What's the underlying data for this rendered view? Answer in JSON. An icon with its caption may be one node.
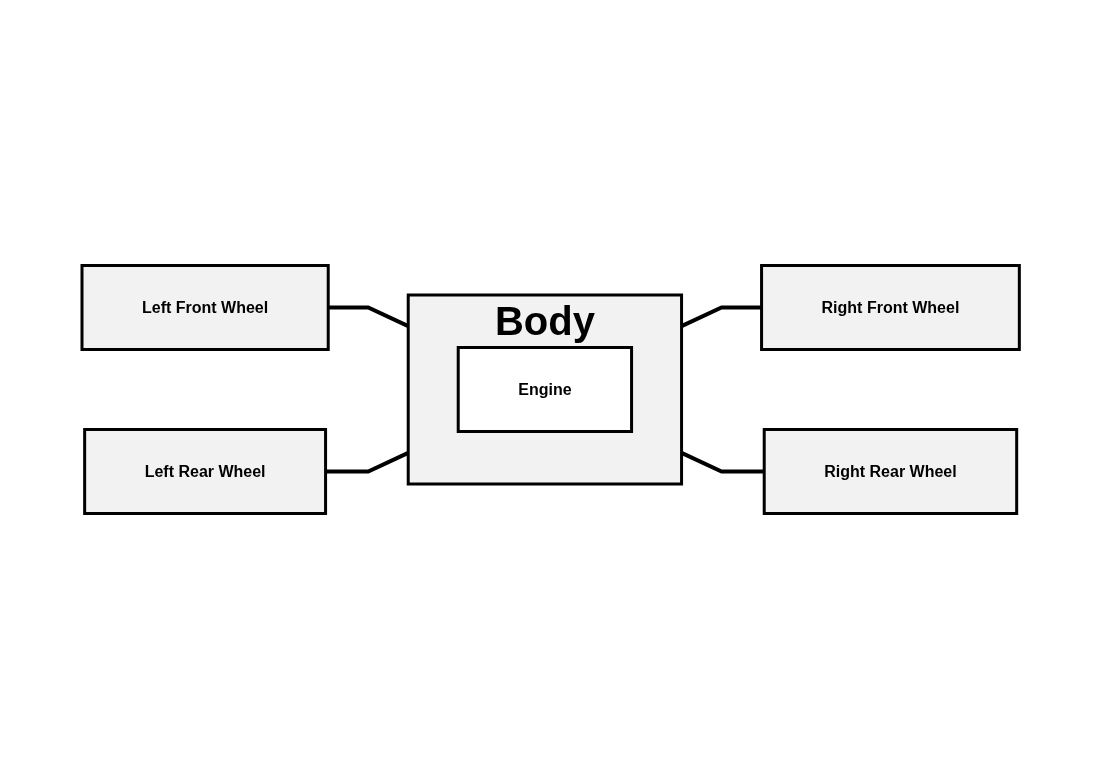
{
  "diagram": {
    "nodes": [
      {
        "text": [
          "Left Front Wheel"
        ]
      },
      {
        "text": [
          "Body"
        ]
      },
      {
        "text": [
          "Engine"
        ],
        "in": 1
      },
      {
        "text": [
          "Right Front Wheel"
        ]
      },
      {
        "text": [
          "Left Rear Wheel"
        ]
      },
      {
        "text": [
          "Right Rear Wheel"
        ]
      }
    ],
    "edges": [
      {
        "from": 0,
        "to": 1,
        "arrow": "none"
      },
      {
        "from": 1,
        "to": 3,
        "arrow": "none"
      },
      {
        "from": 4,
        "to": 1,
        "arrow": "none"
      },
      {
        "from": 1,
        "to": 5,
        "arrow": "none"
      }
    ]
  }
}
